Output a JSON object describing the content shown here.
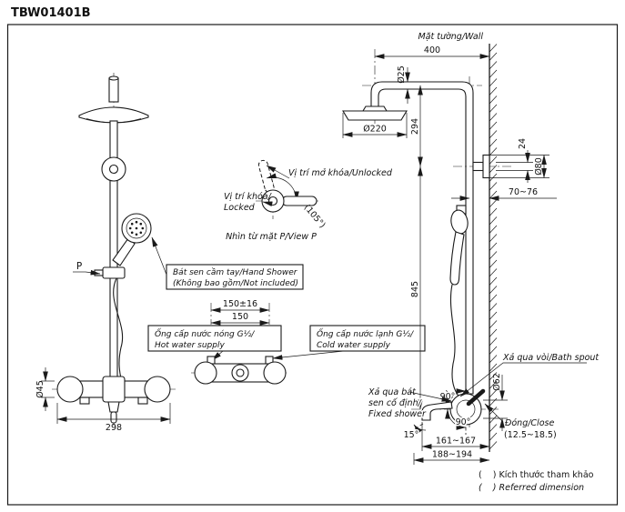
{
  "title": "TBW01401B",
  "front_view": {
    "dim_body_diameter": "Ø45",
    "dim_width": "298",
    "view_point_label": "P",
    "hand_shower_note_line1": "Bát sen cầm tay/Hand Shower",
    "hand_shower_note_line2": "(Không bao gồm/Not included)"
  },
  "detail_view": {
    "unlocked_label": "Vị trí mở khóa/Unlocked",
    "locked_label_line1": "Vị trí khóa/",
    "locked_label_line2": "Locked",
    "angle_label": "(105°)",
    "caption": "Nhìn từ mặt P/View P"
  },
  "supply_view": {
    "dim_pitch_tolerance": "150±16",
    "dim_pitch": "150",
    "hot_label_line1": "Ống cấp nước nóng G½/",
    "hot_label_line2": "Hot water supply",
    "cold_label_line1": "Ống cấp nước lạnh G½/",
    "cold_label_line2": "Cold water supply"
  },
  "side_view": {
    "wall_label": "Mặt tường/Wall",
    "dim_arm_reach": "400",
    "dim_arm_diameter": "Ø25",
    "dim_arm_to_bracket": "294",
    "dim_head_diameter": "Ø220",
    "dim_bracket_depth": "24",
    "dim_bracket_diameter": "Ø80",
    "dim_wall_to_pipe": "70~76",
    "dim_bracket_to_valve": "845",
    "bath_spout_label": "Xả qua vòi/Bath spout",
    "fixed_shower_label_line1": "Xả qua bát",
    "fixed_shower_label_line2": "sen cố định/",
    "fixed_shower_label_line3": "Fixed shower",
    "angle_quarter_top": "90°",
    "angle_quarter_bottom": "90°",
    "angle_spout": "15°",
    "close_label": "Đóng/Close",
    "dim_spout_diameter": "Ø62",
    "dim_handle_gap": "(12.5~18.5)",
    "dim_spout_to_wall": "161~167",
    "dim_handle_to_wall": "188~194"
  },
  "notes": {
    "reference_vi": "(    ) Kích thước tham khảo",
    "reference_en": "(    ) Referred dimension"
  }
}
